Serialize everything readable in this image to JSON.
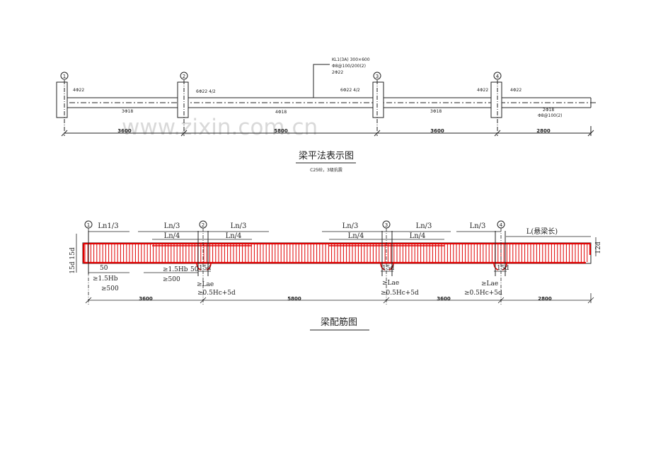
{
  "watermark": "www.zixin.com.cn",
  "plan": {
    "title": "梁平法表示图",
    "subtitle": "C25砼，3级抗震",
    "leader_lines": [
      "KL1(3A)  300×600",
      "Φ8@100/200(2)",
      "2Φ22"
    ],
    "axes": [
      "1",
      "2",
      "3",
      "4"
    ],
    "labels": {
      "a1_top": "4Φ22",
      "a2_top": "6Φ22  4/2",
      "a3_top": "6Φ22  4/2",
      "a4_top_left": "4Φ22",
      "a4_top_right": "4Φ22",
      "s1_bottom": "3Φ18",
      "s2_bottom": "4Φ18",
      "s3_bottom": "3Φ18",
      "cant_bottom": "2Φ18",
      "cant_stirrup": "Φ8@100(2)"
    },
    "spans": [
      "3600",
      "5800",
      "3600",
      "2800"
    ]
  },
  "rebar": {
    "title": "梁配筋图",
    "axes": [
      "1",
      "2",
      "3",
      "4"
    ],
    "top_labels": {
      "s1_ln": "Ln1/3",
      "s2_left_ln3": "Ln/3",
      "s2_left_ln4": "Ln/4",
      "s2_right_ln3": "Ln/3",
      "s2_right_ln4": "Ln/4",
      "s3_left_ln3": "Ln/3",
      "s3_left_ln4": "Ln/4",
      "s3_right_ln3": "Ln/3",
      "s3_right_ln4": "Ln/4",
      "s4_ln3": "Ln/3",
      "cant": "L(悬梁长)"
    },
    "side_labels": {
      "left_top": "15d",
      "left_bottom": "15d",
      "right": "12d"
    },
    "bottom_labels": {
      "b50": "50",
      "hb1": "≥1.5Hb",
      "min500_1": "≥500",
      "hb2": "≥1.5Hb",
      "b50b": "50",
      "min500_2": "≥500",
      "d15_2": "15d",
      "lae_2": "≥Lae",
      "hc_2": "≥0.5Hc+5d",
      "d15_3": "15d",
      "lae_3": "≥Lae",
      "hc_3": "≥0.5Hc+5d",
      "d15_4": "15d",
      "lae_4": "≥Lae",
      "hc_4": "≥0.5Hc+5d"
    },
    "spans": [
      "3600",
      "5800",
      "3600",
      "2800"
    ]
  },
  "colors": {
    "line": "#222222",
    "rebar": "#e00000",
    "watermark": "#d9d9d9"
  }
}
